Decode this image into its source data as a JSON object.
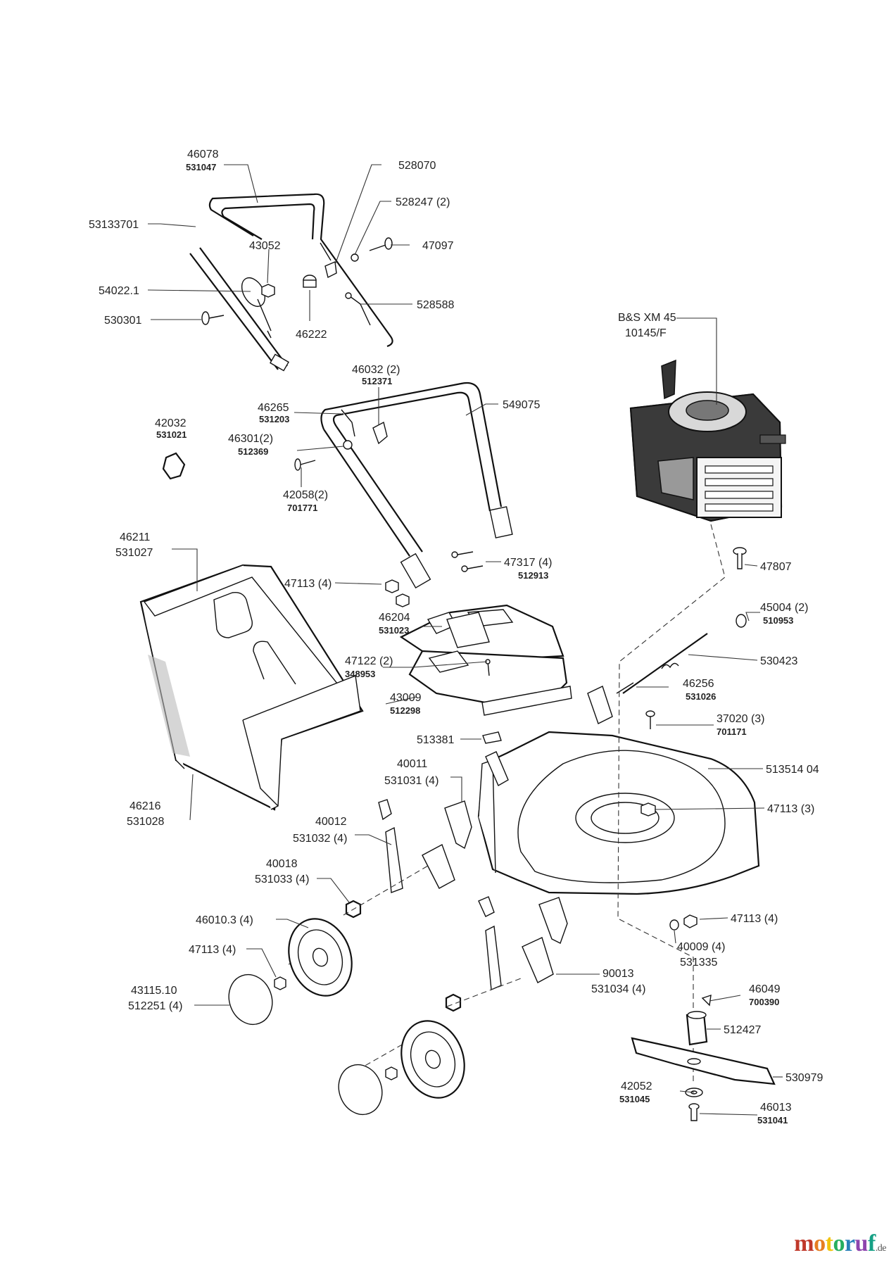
{
  "diagram": {
    "labels": {
      "l46078": "46078",
      "l531047": "531047",
      "l528070": "528070",
      "l528247": "528247 (2)",
      "l53133701": "53133701",
      "l43052": "43052",
      "l47097": "47097",
      "l540221": "54022.1",
      "l528588": "528588",
      "l530301": "530301",
      "l46222": "46222",
      "lbs": "B&S XM 45",
      "lbs2": "10145/F",
      "l46032": "46032 (2)",
      "l512371": "512371",
      "l549075": "549075",
      "l46265": "46265",
      "l531203": "531203",
      "l42032": "42032",
      "l531021": "531021",
      "l46301": "46301(2)",
      "l512369": "512369",
      "l42058": "42058(2)",
      "l701771": "701771",
      "l46211": "46211",
      "l531027": "531027",
      "l47317": "47317 (4)",
      "l512913": "512913",
      "l47807": "47807",
      "l47113a": "47113 (4)",
      "l46204": "46204",
      "l531023": "531023",
      "l45004": "45004 (2)",
      "l510953": "510953",
      "l47122": "47122 (2)",
      "l348953": "348953",
      "l530423": "530423",
      "l46256": "46256",
      "l531026": "531026",
      "l43009": "43009",
      "l512298": "512298",
      "l37020": "37020 (3)",
      "l701171": "701171",
      "l513381": "513381",
      "l40011": "40011",
      "l531031": "531031 (4)",
      "l51351404": "513514 04",
      "l46216": "46216",
      "l531028": "531028",
      "l40012": "40012",
      "l531032": "531032 (4)",
      "l47113b": "47113 (3)",
      "l40018": "40018",
      "l531033": "531033 (4)",
      "l460103": "46010.3 (4)",
      "l47113c": "47113 (4)",
      "l47113d": "47113 (4)",
      "l40009": "40009 (4)",
      "l531335": "531335",
      "l90013": "90013",
      "l531034": "531034 (4)",
      "l46049": "46049",
      "l700390": "700390",
      "l4311510": "43115.10",
      "l512251": "512251 (4)",
      "l512427": "512427",
      "l530979": "530979",
      "l42052": "42052",
      "l531045": "531045",
      "l46013": "46013",
      "l531041": "531041"
    }
  },
  "watermark": {
    "brand": "motoruf",
    "tld": ".de"
  },
  "colors": {
    "m": "#c0392b",
    "o": "#e67e22",
    "t": "#f1c40f",
    "o2": "#27ae60",
    "r": "#2980b9",
    "u": "#8e44ad",
    "f": "#16a085"
  }
}
